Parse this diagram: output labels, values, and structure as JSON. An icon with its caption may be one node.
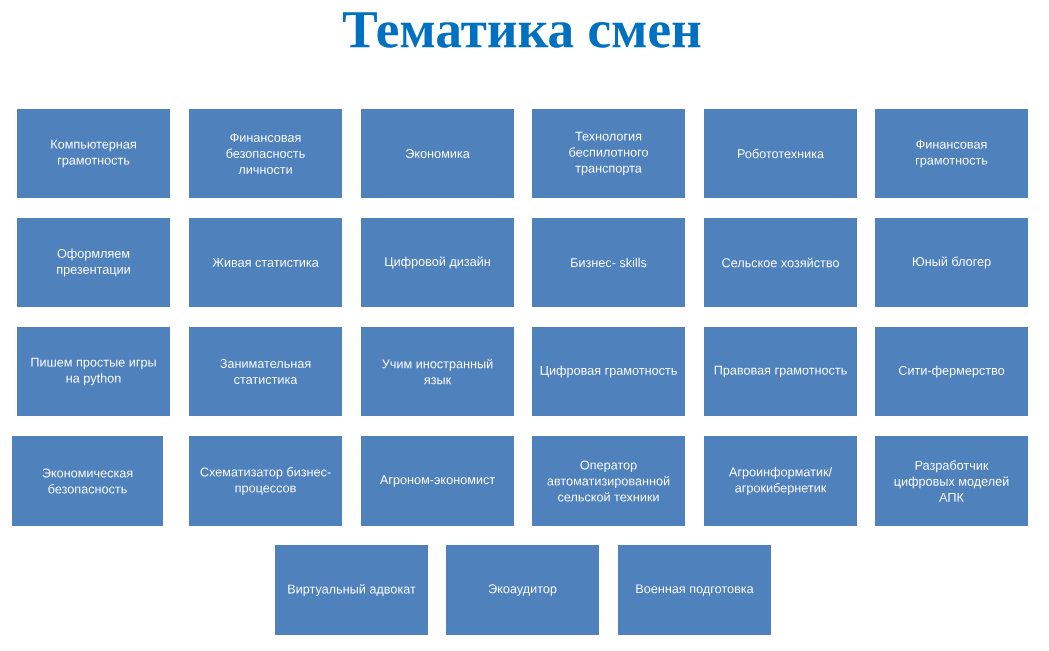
{
  "diagram": {
    "title": "Тематика смен",
    "nodes": [
      {
        "text": [
          "Компьютерная грамотность"
        ]
      },
      {
        "text": [
          "Финансовая безопасность личности"
        ]
      },
      {
        "text": [
          "Экономика"
        ]
      },
      {
        "text": [
          "Технология беспилотного транспорта"
        ]
      },
      {
        "text": [
          "Робототехника"
        ]
      },
      {
        "text": [
          "Финансовая грамотность"
        ]
      },
      {
        "text": [
          "Оформляем презентации"
        ]
      },
      {
        "text": [
          "Живая статистика"
        ]
      },
      {
        "text": [
          "Цифровой  дизайн"
        ]
      },
      {
        "text": [
          "Бизнес- skills"
        ]
      },
      {
        "text": [
          "Сельское хозяйство"
        ]
      },
      {
        "text": [
          "Юный блогер"
        ]
      },
      {
        "text": [
          "Пишем простые игры на python"
        ]
      },
      {
        "text": [
          "Занимательная статистика"
        ]
      },
      {
        "text": [
          "Учим иностранный язык"
        ]
      },
      {
        "text": [
          "Цифровая грамотность"
        ]
      },
      {
        "text": [
          "Правовая грамотность"
        ]
      },
      {
        "text": [
          "Сити-фермерство"
        ]
      },
      {
        "text": [
          "Экономическая безопасность"
        ]
      },
      {
        "text": [
          "Схематизатор бизнес- процессов"
        ]
      },
      {
        "text": [
          "Агроном-экономист"
        ]
      },
      {
        "text": [
          "Оператор автоматизированной сельской техники"
        ]
      },
      {
        "text": [
          "Агроинформатик/ агрокибернетик"
        ]
      },
      {
        "text": [
          "Разработчик цифровых моделей АПК"
        ]
      },
      {
        "text": [
          "Виртуальный адвокат"
        ]
      },
      {
        "text": [
          "Экоаудитор"
        ]
      },
      {
        "text": [
          "Военная подготовка"
        ]
      }
    ]
  }
}
